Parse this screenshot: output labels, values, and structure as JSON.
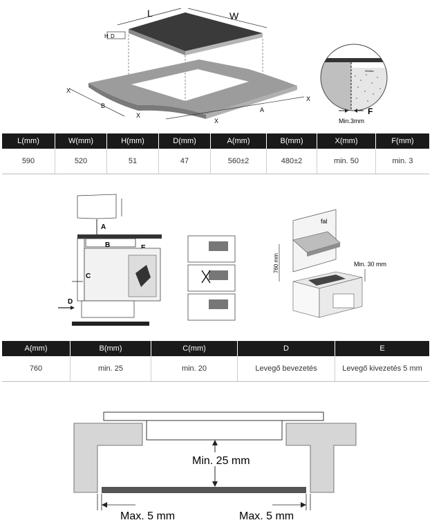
{
  "diagram1": {
    "labels": {
      "L": "L",
      "W": "W",
      "H": "H",
      "D": "D",
      "X": "X",
      "B": "B",
      "A": "A",
      "F": "F",
      "min3": "Min.3mm",
      "detail_small": "Welltec"
    }
  },
  "table1": {
    "headers": [
      "L(mm)",
      "W(mm)",
      "H(mm)",
      "D(mm)",
      "A(mm)",
      "B(mm)",
      "X(mm)",
      "F(mm)"
    ],
    "values": [
      "590",
      "520",
      "51",
      "47",
      "560±2",
      "480±2",
      "min. 50",
      "min. 3"
    ]
  },
  "diagram2": {
    "labels": {
      "A": "A",
      "B": "B",
      "C": "C",
      "D": "D",
      "E": "E",
      "fal": "fal",
      "h760": "760 mm",
      "min30": "Min. 30 mm"
    }
  },
  "table2": {
    "headers": [
      "A(mm)",
      "B(mm)",
      "C(mm)",
      "D",
      "E"
    ],
    "values": [
      "760",
      "min. 25",
      "min. 20",
      "Levegő bevezetés",
      "Levegő kivezetés 5 mm"
    ]
  },
  "diagram3": {
    "labels": {
      "min25": "Min. 25 mm",
      "max5_left": "Max. 5 mm",
      "max5_right": "Max. 5 mm"
    }
  }
}
